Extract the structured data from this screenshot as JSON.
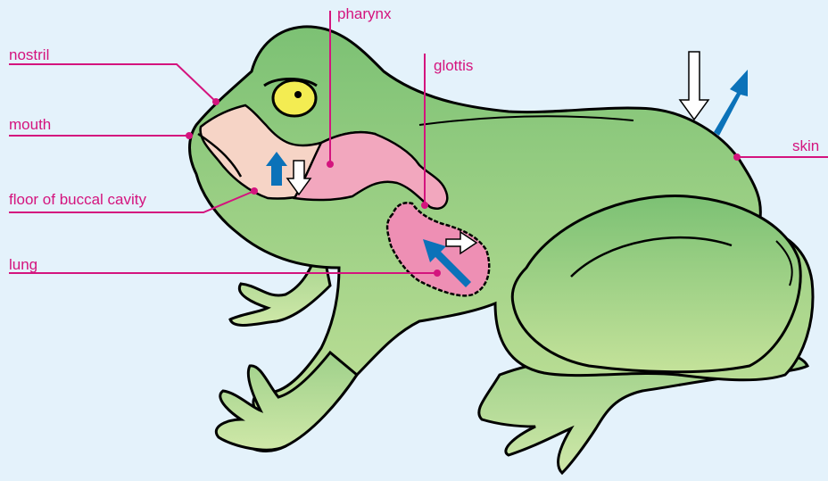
{
  "diagram": {
    "labels": {
      "nostril": "nostril",
      "mouth": "mouth",
      "floor_of_buccal_cavity": "floor of buccal cavity",
      "lung": "lung",
      "pharynx": "pharynx",
      "glottis": "glottis",
      "skin": "skin"
    },
    "colors": {
      "background": "#e4f2fb",
      "label_text": "#d4147e",
      "leader_line": "#d4147e",
      "frog_body_top": "#7cc174",
      "frog_body_bottom": "#c4e29a",
      "buccal_cavity": "#f6d4c6",
      "pharynx": "#f2a7be",
      "lung": "#ee8fb4",
      "arrow_air_in": "#ffffff",
      "arrow_air_out": "#0b72b9",
      "eye": "#f3ec52"
    }
  }
}
